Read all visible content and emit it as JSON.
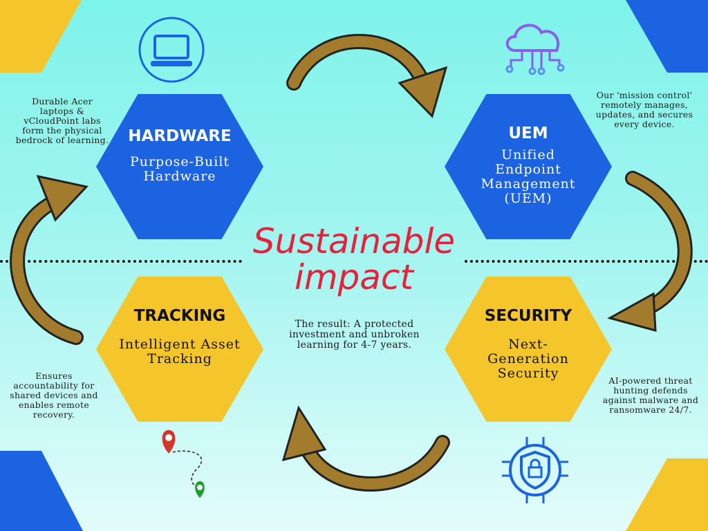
{
  "title": {
    "line1": "Sustainable",
    "line2": "impact"
  },
  "result_text": "The result: A protected investment and unbroken learning for 4-7 years.",
  "pillars": [
    {
      "heading": "HARDWARE",
      "subtitle": "Purpose-Built Hardware",
      "note": "Durable Acer laptops & vCloudPoint labs form the physical bedrock of learning.",
      "icon": "laptop-icon"
    },
    {
      "heading": "UEM",
      "subtitle": "Unified Endpoint Management (UEM)",
      "note": "Our 'mission control' remotely manages, updates, and secures every device.",
      "icon": "cloud-network-icon"
    },
    {
      "heading": "TRACKING",
      "subtitle": "Intelligent Asset Tracking",
      "note": "Ensures accountability for shared devices and enables remote recovery.",
      "icon": "location-pin-icon"
    },
    {
      "heading": "SECURITY",
      "subtitle": "Next-Generation Security",
      "note": "AI-powered threat hunting defends against malware and ransomware 24/7.",
      "icon": "shield-lock-icon"
    }
  ],
  "colors": {
    "blue": "#1b63e1",
    "yellow": "#f5c62b",
    "red": "#e8203c",
    "arrow": "#a27b2c"
  }
}
